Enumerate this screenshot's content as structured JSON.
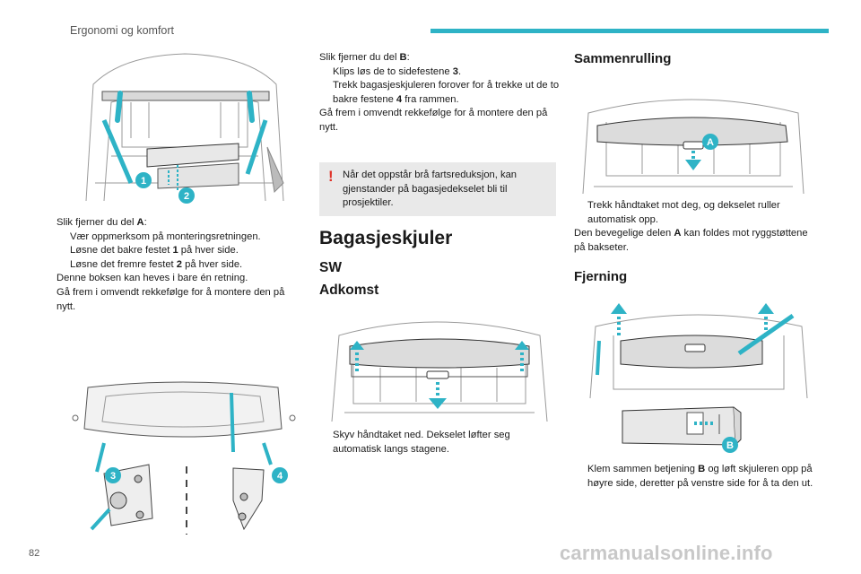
{
  "header": {
    "section_title": "Ergonomi og komfort",
    "accent_color": "#2eb3c6"
  },
  "page_number": "82",
  "watermark": "carmanualsonline.info",
  "figures": {
    "trunk_upper_left": {
      "labels": [
        "1",
        "2"
      ]
    },
    "trunk_lower_left": {
      "labels": [
        "3",
        "4"
      ]
    },
    "sw_access": {
      "labels": []
    },
    "sw_rollup": {
      "labels": [
        "A"
      ]
    },
    "sw_removal": {
      "labels": [
        "B"
      ]
    }
  },
  "col1": {
    "intro_prefix": "Slik fjerner du del ",
    "intro_bold": "A",
    "intro_suffix": ":",
    "bullet_marker": "",
    "b1": "Vær oppmerksom på monteringsretningen.",
    "b2_pre": "Løsne det bakre festet ",
    "b2_bold": "1",
    "b2_post": " på hver side.",
    "b3_pre": "Løsne det fremre festet ",
    "b3_bold": "2",
    "b3_post": " på hver side.",
    "p1": "Denne boksen kan heves i bare én retning.",
    "p2": "Gå frem i omvendt rekkefølge for å montere den på nytt."
  },
  "col2": {
    "intro_prefix": "Slik fjerner du del ",
    "intro_bold": "B",
    "intro_suffix": ":",
    "b1_pre": "Klips løs de to sidefestene ",
    "b1_bold": "3",
    "b1_post": ".",
    "b2_pre": "Trekk bagasjeskjuleren forover for å trekke ut de to bakre festene ",
    "b2_bold": "4",
    "b2_post": " fra rammen.",
    "p1": "Gå frem i omvendt rekkefølge for å montere den på nytt.",
    "note_mark": "!",
    "note": "Når det oppstår brå fartsreduksjon, kan gjenstander på bagasjedekselet bli til prosjektiler.",
    "h_main": "Bagasjeskjuler",
    "h_sw": "SW",
    "h_access": "Adkomst",
    "access_bullet": "Skyv håndtaket ned. Dekselet løfter seg automatisk langs stagene."
  },
  "col3": {
    "h_rollup": "Sammenrulling",
    "rollup_bullet": "Trekk håndtaket mot deg, og dekselet ruller automatisk opp.",
    "p1_pre": "Den bevegelige delen ",
    "p1_bold": "A",
    "p1_post": " kan foldes mot ryggstøttene på bakseter.",
    "h_removal": "Fjerning",
    "removal_pre": "Klem sammen betjening ",
    "removal_bold": "B",
    "removal_post": " og løft skjuleren opp på høyre side, deretter på venstre side for å ta den ut."
  }
}
